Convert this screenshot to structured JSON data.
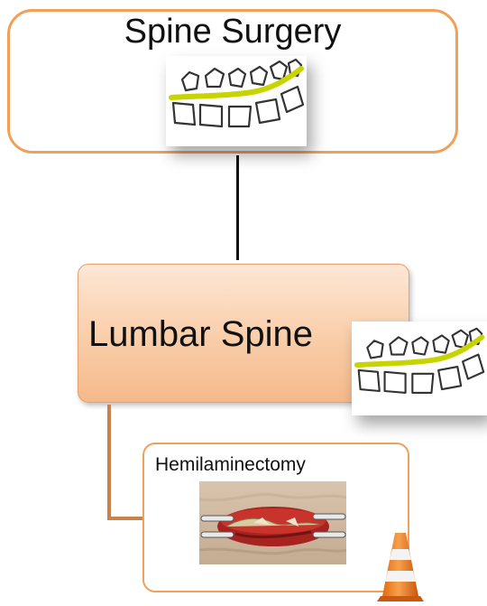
{
  "root_node": {
    "title": "Spine Surgery",
    "icon": "spine-illustration"
  },
  "child_node": {
    "title": "Lumbar Spine",
    "icon": "spine-illustration"
  },
  "leaf_node": {
    "title": "Hemilaminectomy",
    "image": "surgical-procedure-photo",
    "badge_icon": "traffic-cone-icon"
  },
  "colors": {
    "box_border": "#f0a05a",
    "connector": "#c9824a",
    "spine_cord": "#c8d400",
    "mid_fill_top": "#fde7d6",
    "mid_fill_bottom": "#f5b98b"
  }
}
